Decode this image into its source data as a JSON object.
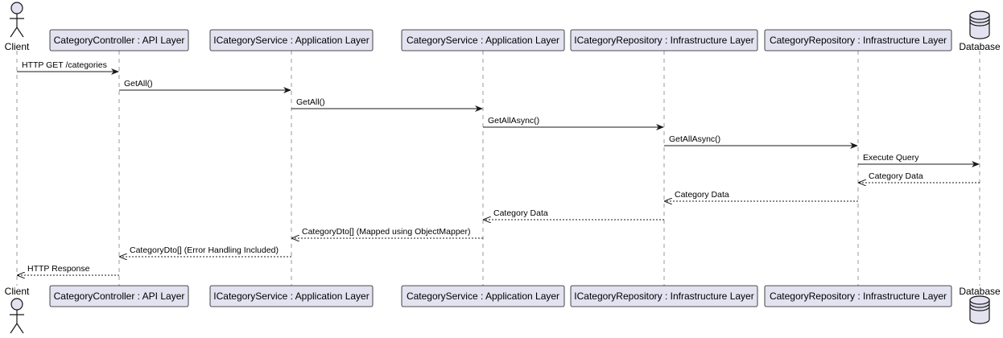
{
  "diagram": {
    "type": "sequence",
    "colors": {
      "participant_fill": "#e2e2f0",
      "participant_stroke": "#181818",
      "lifeline": "#9a9a9a",
      "arrow": "#181818",
      "background": "#ffffff"
    },
    "participants": [
      {
        "id": "client",
        "label": "Client",
        "kind": "actor"
      },
      {
        "id": "controller",
        "label": "CategoryController : API Layer",
        "kind": "box"
      },
      {
        "id": "icatservice",
        "label": "ICategoryService : Application Layer",
        "kind": "box"
      },
      {
        "id": "catservice",
        "label": "CategoryService : Application Layer",
        "kind": "box"
      },
      {
        "id": "icatrepo",
        "label": "ICategoryRepository : Infrastructure Layer",
        "kind": "box"
      },
      {
        "id": "catrepo",
        "label": "CategoryRepository : Infrastructure Layer",
        "kind": "box"
      },
      {
        "id": "database",
        "label": "Database",
        "kind": "database"
      }
    ],
    "messages": [
      {
        "from": "client",
        "to": "controller",
        "label": "HTTP GET /categories",
        "style": "solid"
      },
      {
        "from": "controller",
        "to": "icatservice",
        "label": "GetAll()",
        "style": "solid"
      },
      {
        "from": "icatservice",
        "to": "catservice",
        "label": "GetAll()",
        "style": "solid"
      },
      {
        "from": "catservice",
        "to": "icatrepo",
        "label": "GetAllAsync()",
        "style": "solid"
      },
      {
        "from": "icatrepo",
        "to": "catrepo",
        "label": "GetAllAsync()",
        "style": "solid"
      },
      {
        "from": "catrepo",
        "to": "database",
        "label": "Execute Query",
        "style": "solid"
      },
      {
        "from": "database",
        "to": "catrepo",
        "label": "Category Data",
        "style": "dashed"
      },
      {
        "from": "catrepo",
        "to": "icatrepo",
        "label": "Category Data",
        "style": "dashed"
      },
      {
        "from": "icatrepo",
        "to": "catservice",
        "label": "Category Data",
        "style": "dashed"
      },
      {
        "from": "catservice",
        "to": "icatservice",
        "label": "CategoryDto[] (Mapped using ObjectMapper)",
        "style": "dashed"
      },
      {
        "from": "icatservice",
        "to": "controller",
        "label": "CategoryDto[] (Error Handling Included)",
        "style": "dashed"
      },
      {
        "from": "controller",
        "to": "client",
        "label": "HTTP Response",
        "style": "dashed"
      }
    ]
  }
}
